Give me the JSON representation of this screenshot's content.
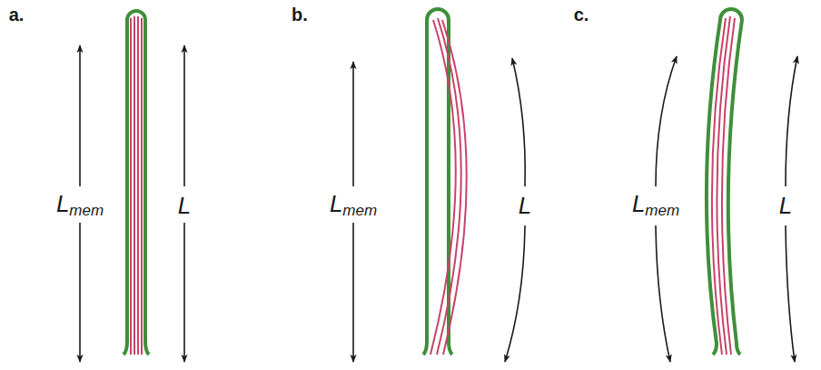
{
  "diagram": {
    "labels": [
      "a.",
      "b.",
      "c.",
      "Lmem",
      "L",
      "Lmem",
      "L",
      "Lmem",
      "L"
    ]
  }
}
